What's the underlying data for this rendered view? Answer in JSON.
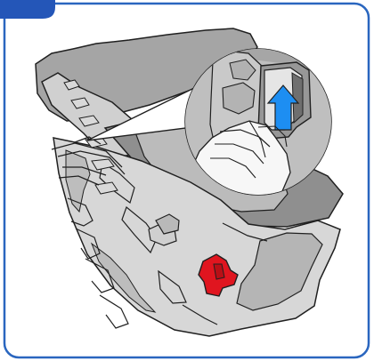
{
  "diagram": {
    "step_badge_text": "",
    "colors": {
      "frame_border": "#2a66bf",
      "badge": "#2456b8",
      "seat_light": "#bdbdbd",
      "seat_mid": "#a6a6a6",
      "seat_dark": "#8d8d8d",
      "base_light": "#d8d8d8",
      "line": "#202020",
      "lever": "#e0151f",
      "arrow": "#1d8ef2",
      "hand": "#f7f7f7"
    },
    "icons": {
      "main": "car-seat-illustration",
      "detail": "magnified-lever-callout",
      "direction": "upward-arrow-icon",
      "release": "red-release-handle"
    }
  }
}
